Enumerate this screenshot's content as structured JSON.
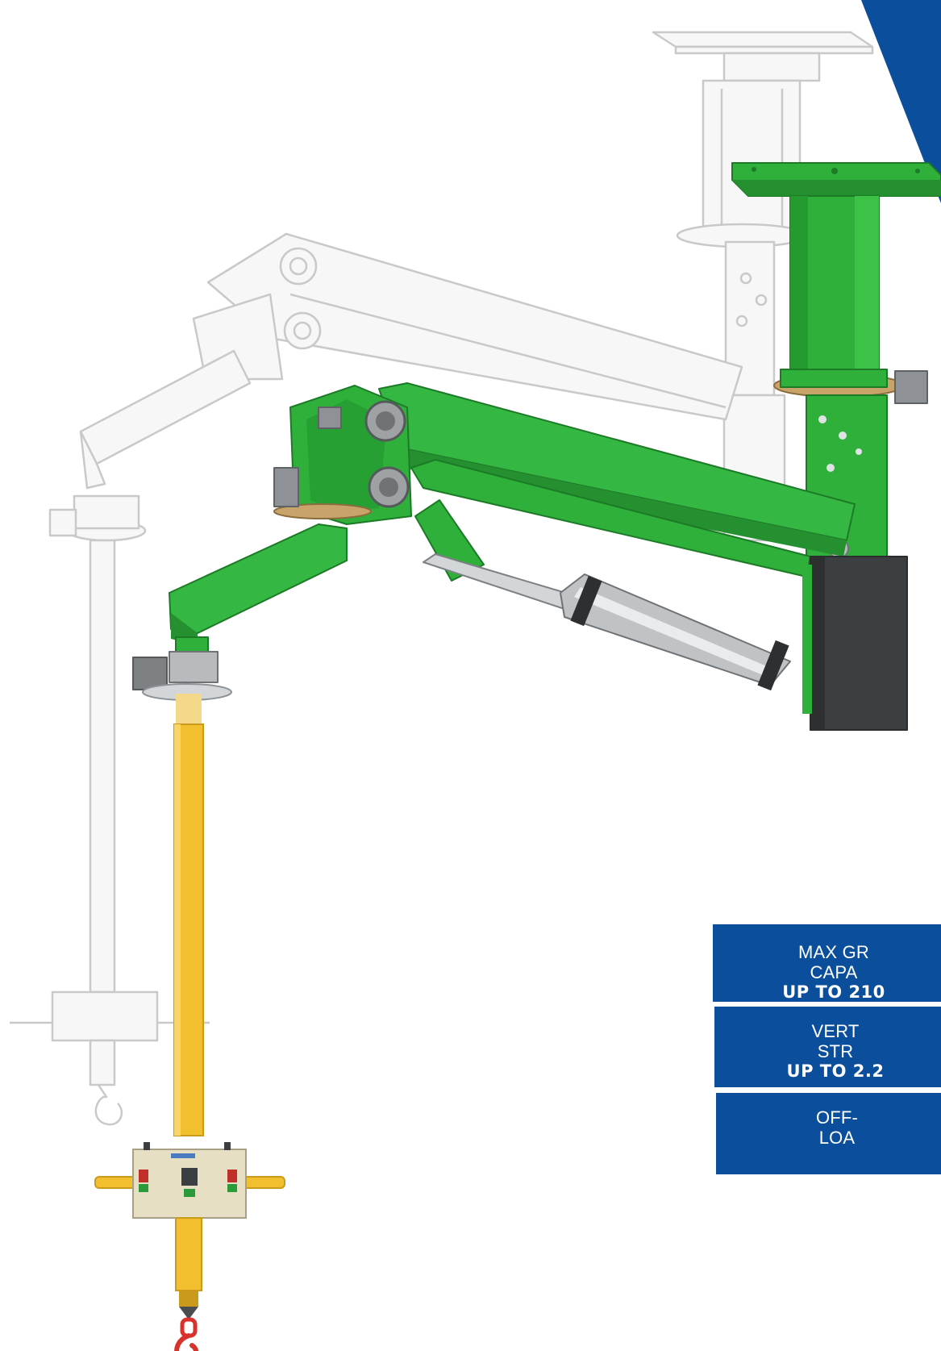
{
  "colors": {
    "brand_blue": "#0b4f9c",
    "arm_green": "#2fb03a",
    "pole_yellow": "#f2c02e",
    "ghost_gray": "#c8c8c8",
    "cylinder_gray": "#bfc3c6",
    "control_box": "#e7dfc4",
    "hook_red": "#d9322b"
  },
  "icons": [
    "manipulator-arm-illustration",
    "ghost-arm-illustration",
    "lifting-hook-icon",
    "corner-banner"
  ],
  "specs": [
    {
      "label": "MAX GR\nCAPA",
      "value": "UP TO 210"
    },
    {
      "label": "VERT\nSTR",
      "value": "UP TO 2.2"
    },
    {
      "label": "OFF-\nLOA",
      "value": ""
    }
  ]
}
